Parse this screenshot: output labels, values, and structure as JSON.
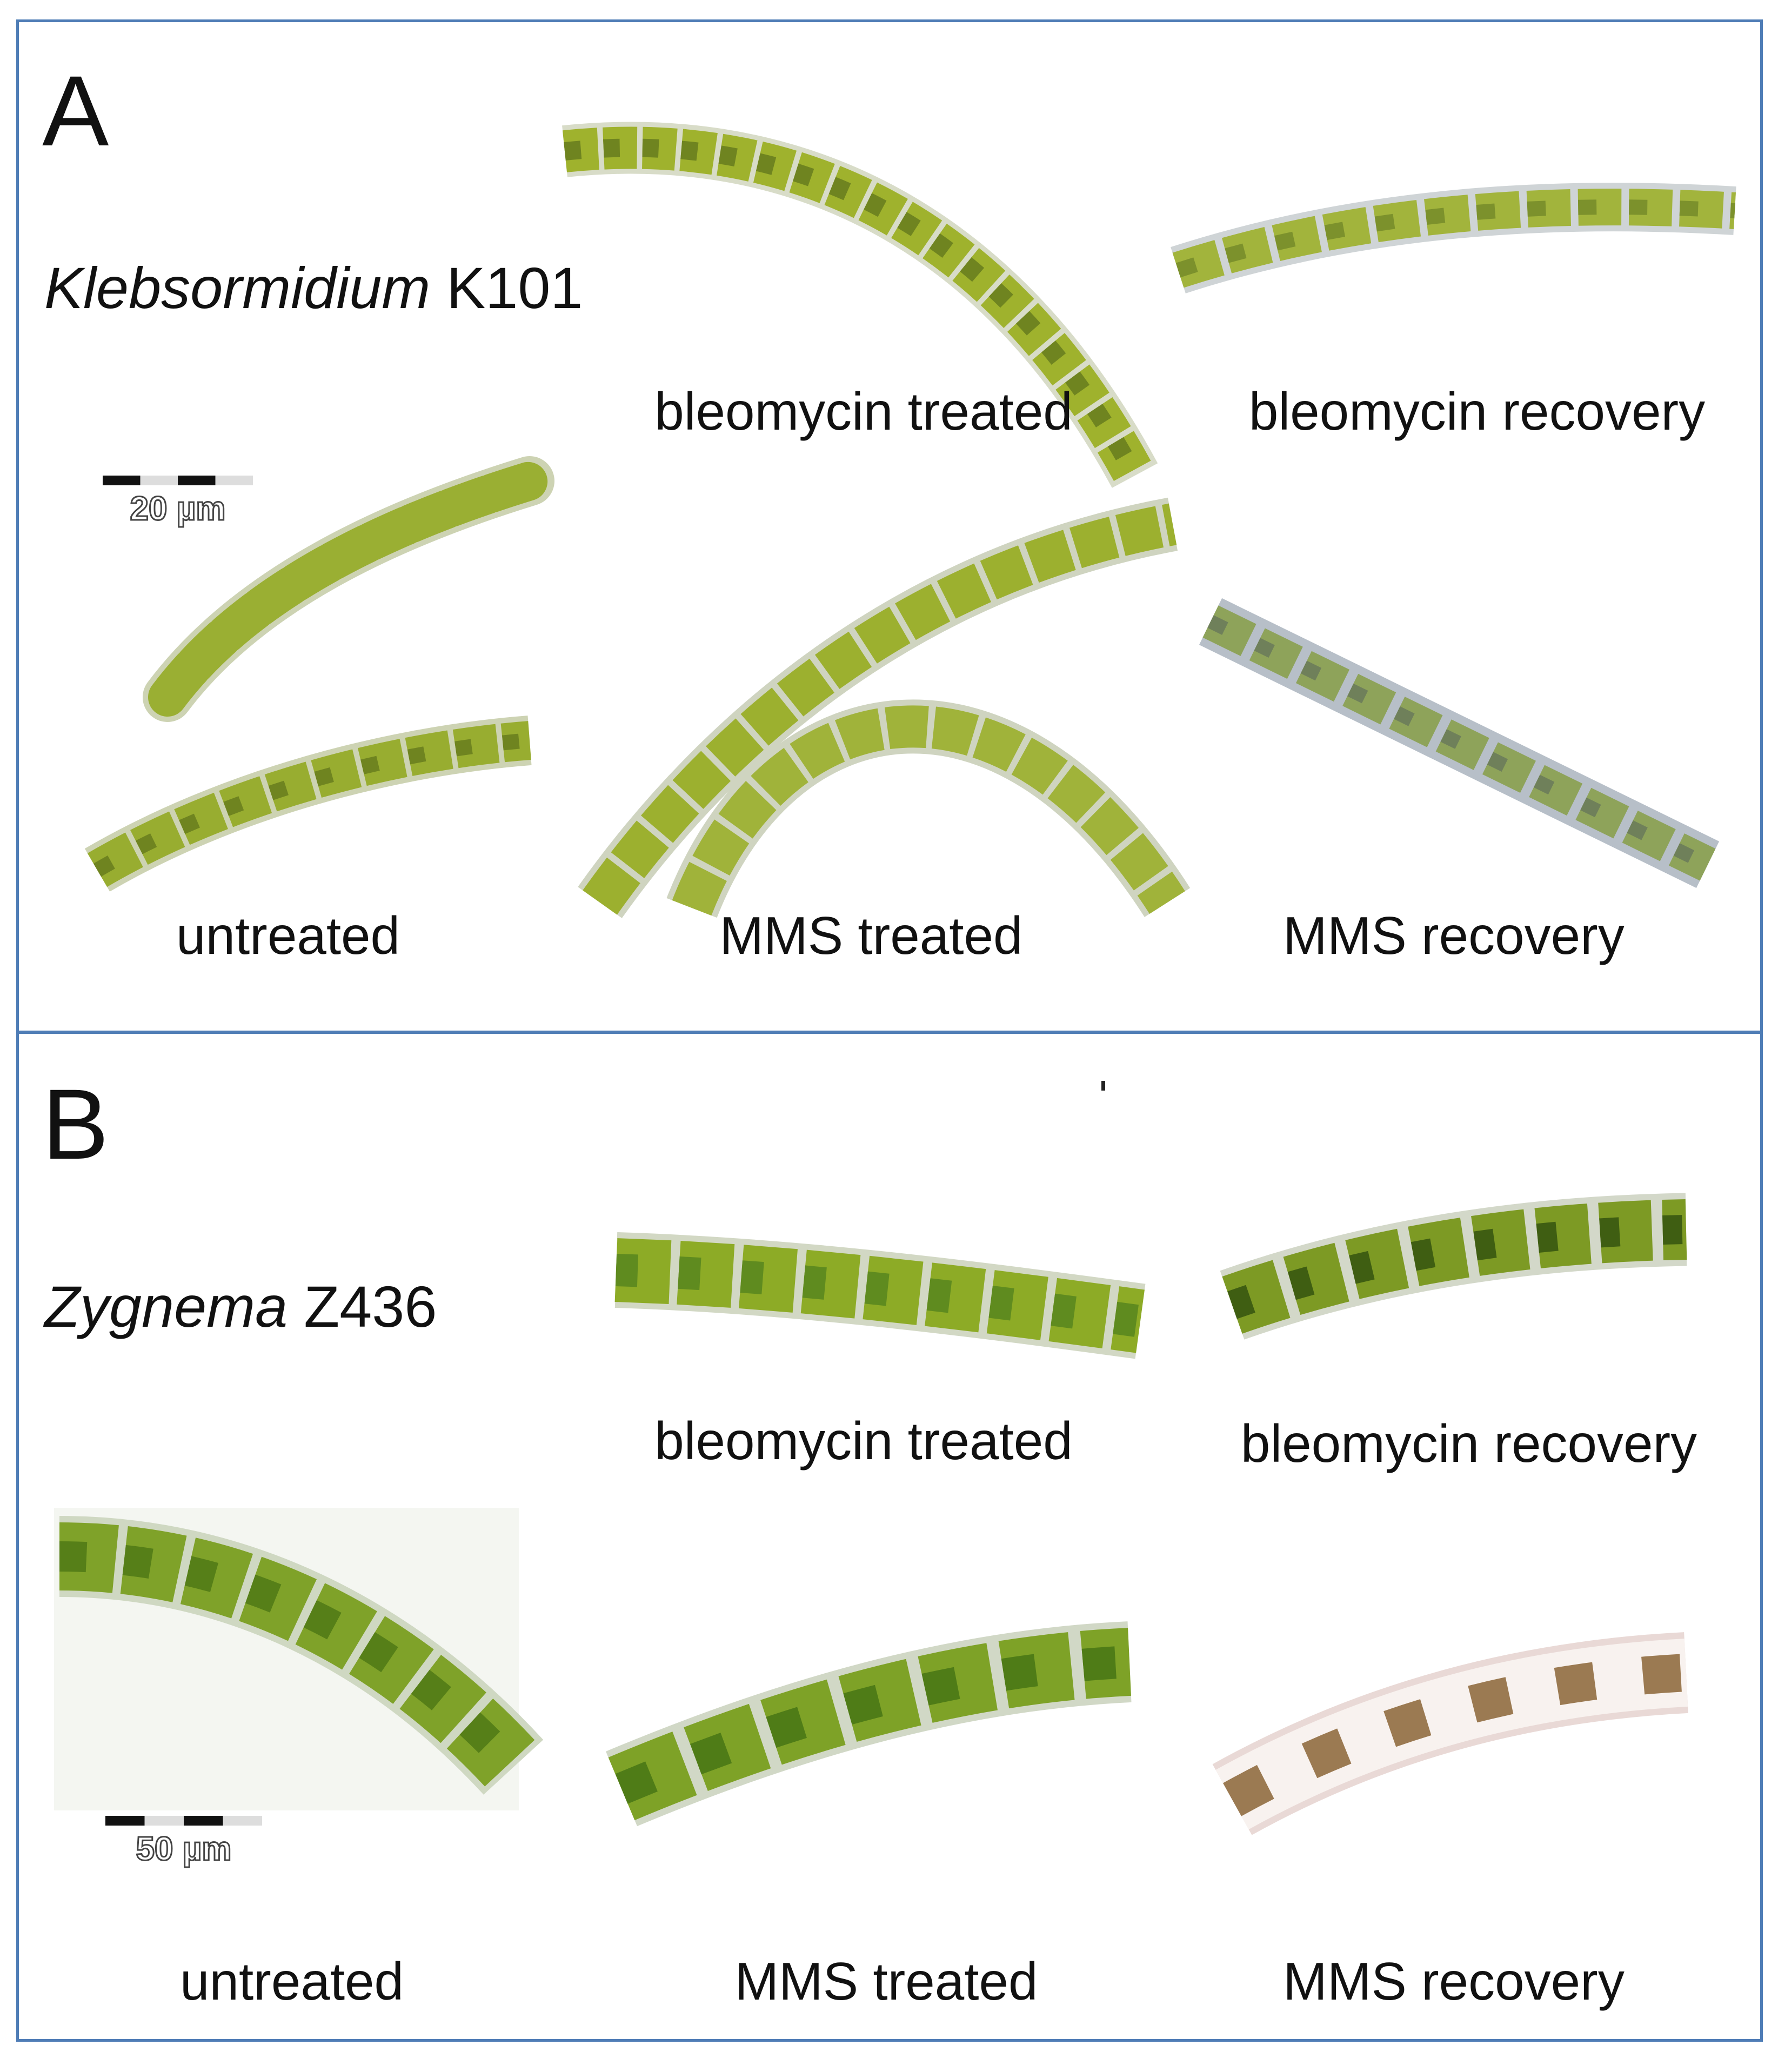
{
  "panel_a": {
    "letter": "A",
    "species_italic": "Klebsormidium",
    "species_strain": "K101",
    "scale_bar": "20 µm",
    "labels": {
      "bleomycin_treated": "bleomycin treated",
      "bleomycin_recovery": "bleomycin recovery",
      "untreated": "untreated",
      "mms_treated": "MMS treated",
      "mms_recovery": "MMS recovery"
    }
  },
  "panel_b": {
    "letter": "B",
    "species_italic": "Zygnema",
    "species_strain": "Z436",
    "scale_bar": "50 µm",
    "labels": {
      "bleomycin_treated": "bleomycin treated",
      "bleomycin_recovery": "bleomycin recovery",
      "untreated": "untreated",
      "mms_treated": "MMS treated",
      "mms_recovery": "MMS recovery"
    }
  },
  "colors": {
    "border": "#4f7db6",
    "healthy_filament": "#9bb233",
    "recovering_filament": "#8fa95a",
    "damaged_cell": "#9b7a52"
  }
}
